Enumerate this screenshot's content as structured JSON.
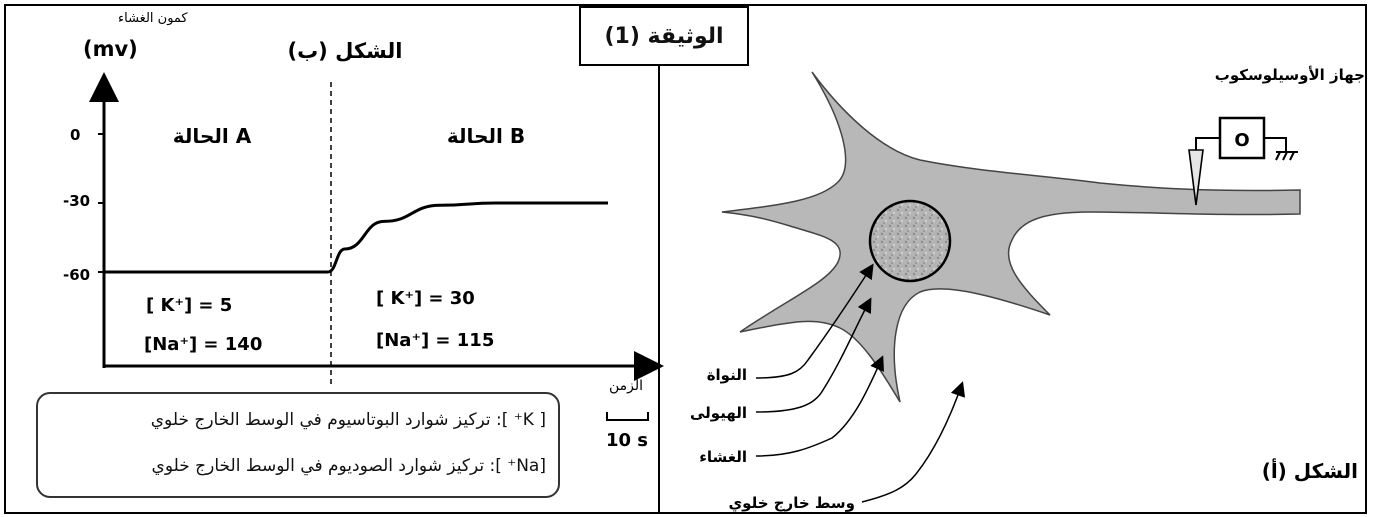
{
  "document_title": "الوثيقة (1)",
  "graph_panel": {
    "title": "الشكل (ب)",
    "y_axis_label_line1": "كمون الغشاء",
    "y_axis_label_line2": "(mv)",
    "y_ticks": [
      "0",
      "-30",
      "-60"
    ],
    "x_axis_label": "الزمن",
    "scale_label": "10 s",
    "state_a_label": "الحالة A",
    "state_b_label": "الحالة B",
    "state_a_k": "[ K⁺] = 5",
    "state_a_na": "[Na⁺] = 140",
    "state_b_k": "[ K⁺] = 30",
    "state_b_na": "[Na⁺] = 115",
    "legend_k": "[ K⁺ ]: تركيز شوارد البوتاسيوم في الوسط الخارج خلوي",
    "legend_na": "[Na⁺ ]: تركيز شوارد الصوديوم  في الوسط الخارج خلوي"
  },
  "chart_data": {
    "type": "line",
    "series": [
      {
        "points": [
          [
            0,
            -60
          ],
          [
            1,
            -60
          ],
          [
            2,
            -60
          ],
          [
            3,
            -60
          ],
          [
            4,
            -60
          ],
          [
            4.3,
            -50
          ],
          [
            5,
            -38
          ],
          [
            6,
            -31
          ],
          [
            7,
            -30
          ],
          [
            8,
            -30
          ],
          [
            9,
            -30
          ]
        ]
      }
    ],
    "yticks": [
      0,
      -30,
      -60
    ],
    "xlabel": "الزمن",
    "ylabel": "كمون الغشاء (mv)"
  },
  "neuron_panel": {
    "title": "الشكل (أ)",
    "oscilloscope_label": "جهاز الأوسيلوسكوب",
    "oscilloscope_symbol": "O",
    "labels": [
      "النواة",
      "الهيولى",
      "الغشاء",
      "وسط خارج خلوي"
    ],
    "colors": {
      "cytoplasm": "#b8b8b8",
      "nucleus": "#a9a9a9"
    }
  }
}
